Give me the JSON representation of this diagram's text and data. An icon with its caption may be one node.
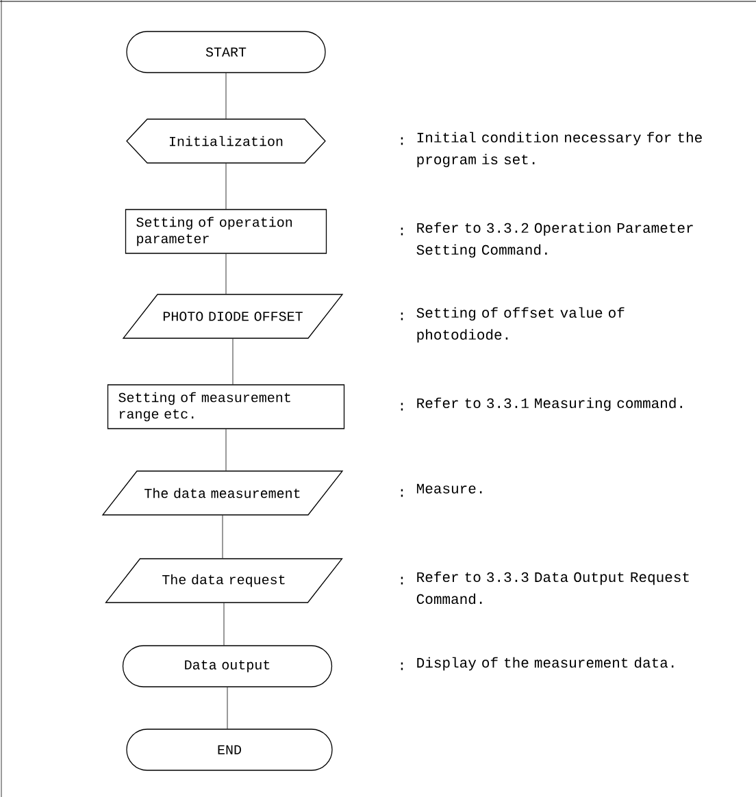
{
  "diagram": {
    "nodes": [
      {
        "text": [
          "START"
        ]
      },
      {
        "text": [
          "Initialization"
        ],
        "beside": [
          ":",
          "Initial condition necessary for the program is set."
        ]
      },
      {
        "text": [
          "Setting of operation parameter"
        ],
        "beside": [
          ":",
          "Refer to 3.3.2 Operation Parameter Setting Command."
        ]
      },
      {
        "text": [
          "PHOTO DIODE OFFSET"
        ],
        "beside": [
          ":",
          "Setting of offset value of photodiode."
        ]
      },
      {
        "text": [
          "Setting of measurement range etc."
        ],
        "beside": [
          ":",
          "Refer to 3.3.1 Measuring command."
        ]
      },
      {
        "text": [
          "The data measurement"
        ],
        "beside": [
          ":",
          "Measure."
        ]
      },
      {
        "text": [
          "The data request"
        ],
        "beside": [
          ":",
          "Refer to 3.3.3 Data Output Request Command."
        ]
      },
      {
        "text": [
          "Data output"
        ],
        "beside": [
          ":",
          "Display of the measurement data."
        ]
      },
      {
        "text": [
          "END"
        ]
      }
    ],
    "edges": [
      {
        "from": 0,
        "to": 1,
        "arrow": "none"
      },
      {
        "from": 1,
        "to": 2,
        "arrow": "none"
      },
      {
        "from": 2,
        "to": 3,
        "arrow": "none"
      },
      {
        "from": 3,
        "to": 4,
        "arrow": "none"
      },
      {
        "from": 4,
        "to": 5,
        "arrow": "none"
      },
      {
        "from": 5,
        "to": 6,
        "arrow": "none"
      },
      {
        "from": 6,
        "to": 7,
        "arrow": "none"
      },
      {
        "from": 7,
        "to": 8,
        "arrow": "none"
      }
    ]
  }
}
